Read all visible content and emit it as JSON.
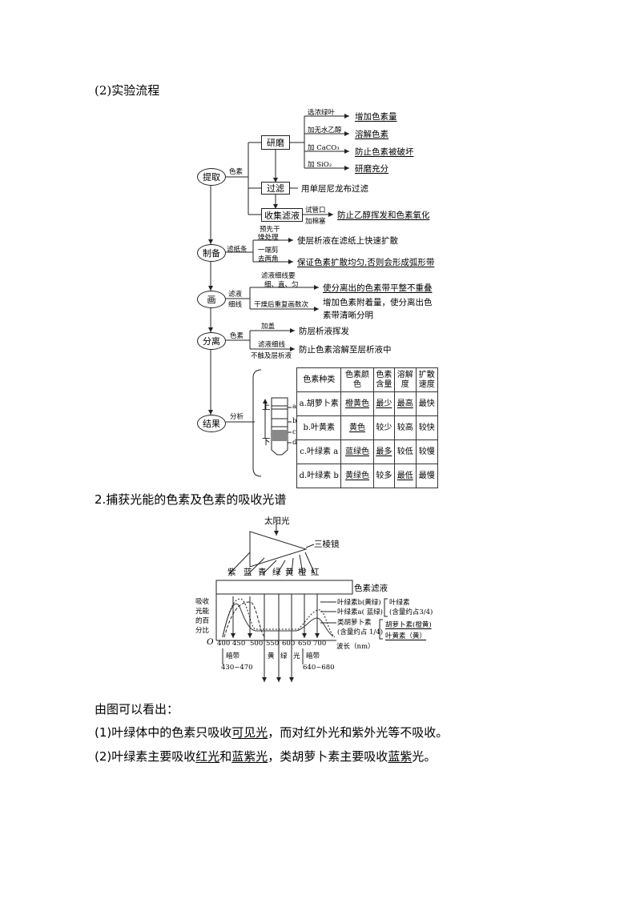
{
  "section_flow": {
    "heading": "(2)实验流程"
  },
  "flow": {
    "steps": [
      "提取",
      "制备",
      "画",
      "分离",
      "结果"
    ],
    "extract": {
      "link": "色素",
      "grind": "研磨",
      "grind_items": [
        {
          "cond": "选浓绿叶",
          "effect": "增加色素量"
        },
        {
          "cond": "加无水乙醇",
          "effect": "溶解色素"
        },
        {
          "cond": "加 CaCO₃",
          "effect": "防止色素被破坏"
        },
        {
          "cond": "加 SiO₂",
          "effect": "研磨充分"
        }
      ],
      "filter": "过滤",
      "filter_note": "用单层尼龙布过滤",
      "collect": "收集滤液",
      "collect_cond1": "试管口",
      "collect_cond2": "加棉塞",
      "collect_effect": "防止乙醇挥发和色素氧化"
    },
    "prepare": {
      "link": "滤纸条",
      "items": [
        {
          "cond1": "预先干",
          "cond2": "燥处理",
          "effect": "使层析液在滤纸上快速扩散"
        },
        {
          "cond1": "一端剪",
          "cond2": "去两角",
          "effect": "保证色素扩散均匀,否则会形成弧形带"
        }
      ]
    },
    "draw": {
      "link1": "滤液",
      "link2": "细线",
      "items": [
        {
          "cond1": "滤液细线要",
          "cond2": "细、直、匀",
          "effect": "使分离出的色素带平整不重叠"
        },
        {
          "cond1": "干燥后重复画数次",
          "cond2": "",
          "effect1": "增加色素附着量，使分离出色",
          "effect2": "素带清晰分明"
        }
      ]
    },
    "separate": {
      "link": "色素",
      "items": [
        {
          "cond1": "加盖",
          "effect": "防层析液挥发"
        },
        {
          "cond1": "滤液细线",
          "cond2": "不触及层析液",
          "effect": "防止色素溶解至层析液中"
        }
      ]
    },
    "result": {
      "link": "分析",
      "strip_top": "上",
      "strip_bottom": "下",
      "strip_letters": [
        "a",
        "b",
        "c",
        "d"
      ],
      "table_header": [
        "色素种类",
        "色素颜色",
        "色素含量",
        "溶解度",
        "扩散速度"
      ],
      "rows": [
        [
          "a.胡萝卜素",
          "橙黄色",
          "最少",
          "最高",
          "最快"
        ],
        [
          "b.叶黄素",
          "黄色",
          "较少",
          "较高",
          "较快"
        ],
        [
          "c.叶绿素 a",
          "蓝绿色",
          "最多",
          "较低",
          "较慢"
        ],
        [
          "d.叶绿素 b",
          "黄绿色",
          "较多",
          "最低",
          "最慢"
        ]
      ]
    }
  },
  "section2": {
    "heading": "2.捕获光能的色素及色素的吸收光谱"
  },
  "spectrum": {
    "sun": "太阳光",
    "prism": "三棱镜",
    "colors": [
      "紫",
      "蓝",
      "青",
      "绿",
      "黄",
      "橙",
      "红"
    ],
    "filter": "色素滤液",
    "y_label": [
      "吸收",
      "光能",
      "的百",
      "分比"
    ],
    "origin": "O",
    "x_ticks": [
      "400",
      "450",
      "500",
      "550",
      "600",
      "650",
      "700"
    ],
    "x_label": "波长（nm）",
    "curves": [
      "叶绿素b(黄绿)",
      "叶绿素a( 蓝绿)",
      "类胡萝卜素",
      "(含量约占 1/4)"
    ],
    "group1": [
      "叶绿素",
      "(含量约占3/4)"
    ],
    "group2": [
      "胡萝卜素(橙黄)",
      "叶黄素（黄）"
    ],
    "bands": [
      "暗带",
      "430~470",
      "黄",
      "绿",
      "光",
      "暗带",
      "640~680"
    ]
  },
  "conclusion": {
    "intro": "由图可以看出：",
    "p1_a": "(1)叶绿体中的色素只吸收",
    "p1_u": "可见光",
    "p1_b": "，而对红外光和紫外光等不吸收。",
    "p2_a": "(2)叶绿素主要吸收",
    "p2_u1": "红光",
    "p2_b": "和",
    "p2_u2": "蓝紫光",
    "p2_c": "，类胡萝卜素主要吸收",
    "p2_u3": "蓝紫",
    "p2_d": "光。"
  }
}
